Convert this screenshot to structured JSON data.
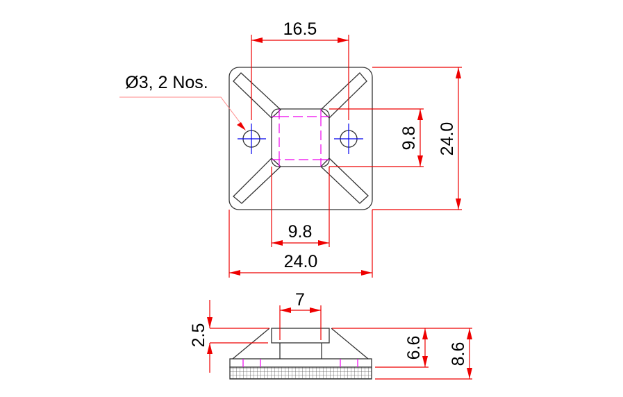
{
  "top_view": {
    "dim_hole_spacing": "16.5",
    "dim_width": "24.0",
    "dim_height": "24.0",
    "dim_inner_width": "9.8",
    "dim_inner_height": "9.8",
    "hole_note": "Ø3, 2 Nos."
  },
  "side_view": {
    "dim_cap_width": "7",
    "dim_cap_height": "2.5",
    "dim_body_height": "6.6",
    "dim_total_height": "8.6"
  },
  "colors": {
    "dimension": "#e00000",
    "centerline": "#0000e0",
    "hidden": "#e000e0",
    "outline": "#333333"
  }
}
